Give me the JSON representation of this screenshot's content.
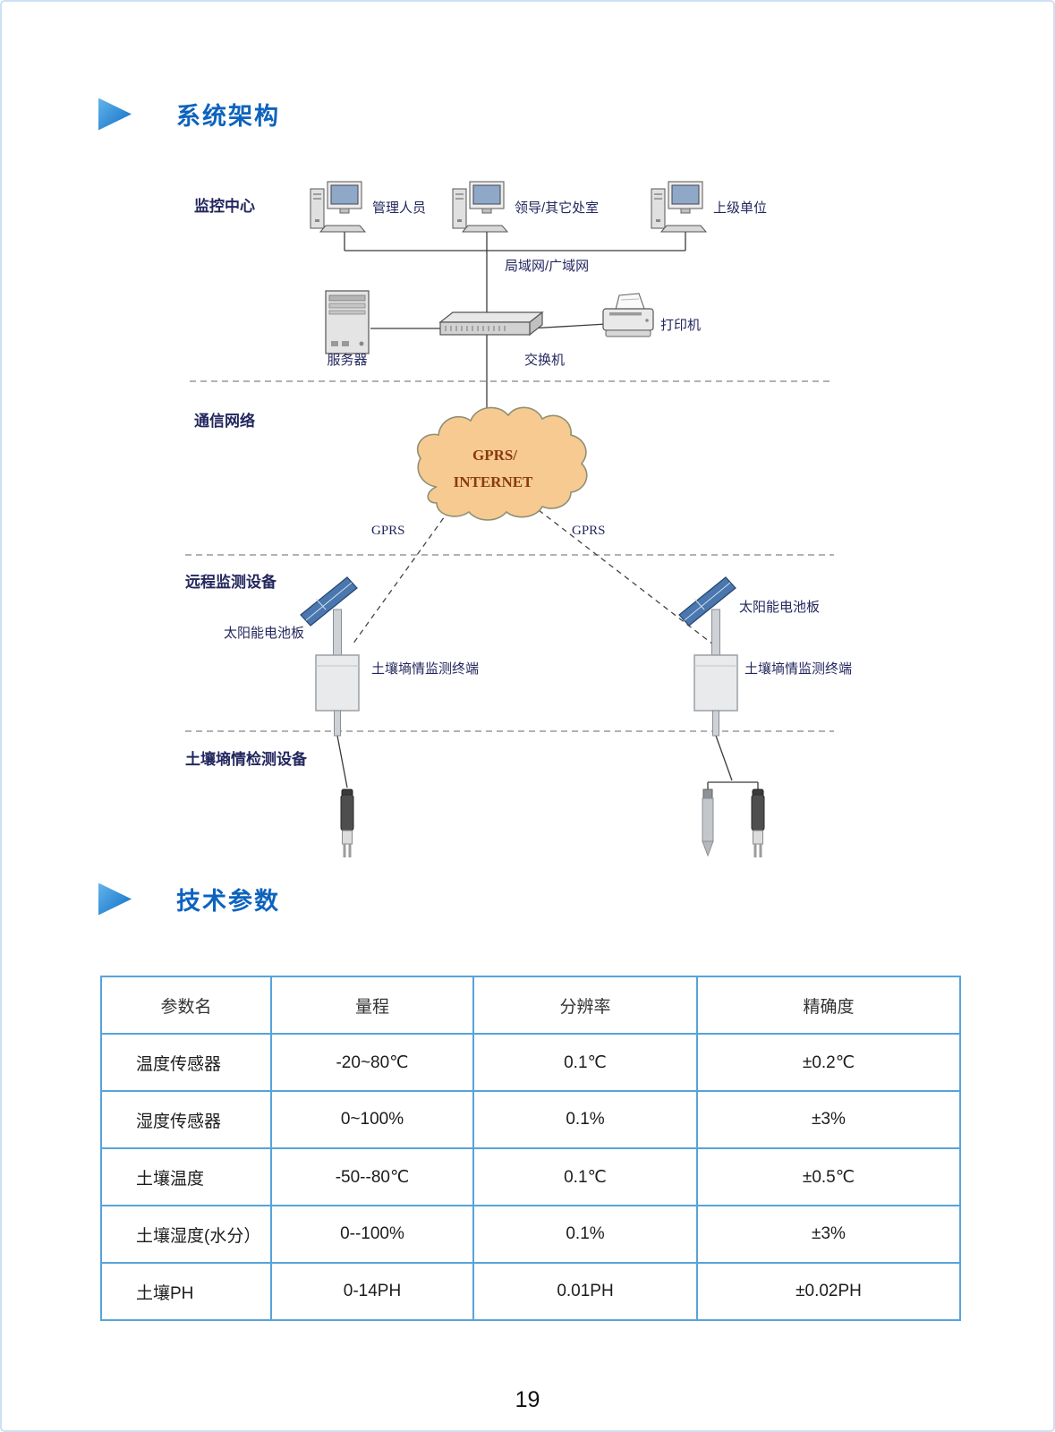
{
  "sections": {
    "architecture_title": "系统架构",
    "parameters_title": "技术参数"
  },
  "diagram": {
    "layer_monitoring": "监控中心",
    "layer_network": "通信网络",
    "layer_remote": "远程监测设备",
    "layer_soil": "土壤墒情检测设备",
    "pc1": "管理人员",
    "pc2": "领导/其它处室",
    "pc3": "上级单位",
    "lan": "局域网/广域网",
    "server": "服务器",
    "switch": "交换机",
    "printer": "打印机",
    "cloud1": "GPRS/",
    "cloud2": "INTERNET",
    "gprs_left": "GPRS",
    "gprs_right": "GPRS",
    "solar_left": "太阳能电池板",
    "solar_right": "太阳能电池板",
    "terminal_left": "土壤墒情监测终端",
    "terminal_right": "土壤墒情监测终端"
  },
  "table": {
    "headers": [
      "参数名",
      "量程",
      "分辨率",
      "精确度"
    ],
    "rows": [
      [
        "温度传感器",
        "-20~80℃",
        "0.1℃",
        "±0.2℃"
      ],
      [
        "湿度传感器",
        "0~100%",
        "0.1%",
        "±3%"
      ],
      [
        "土壤温度",
        "-50--80℃",
        "0.1℃",
        "±0.5℃"
      ],
      [
        "土壤湿度(水分）",
        "0--100%",
        "0.1%",
        "±3%"
      ],
      [
        "土壤PH",
        "0-14PH",
        "0.01PH",
        "±0.02PH"
      ]
    ]
  },
  "page": {
    "number": "19"
  }
}
